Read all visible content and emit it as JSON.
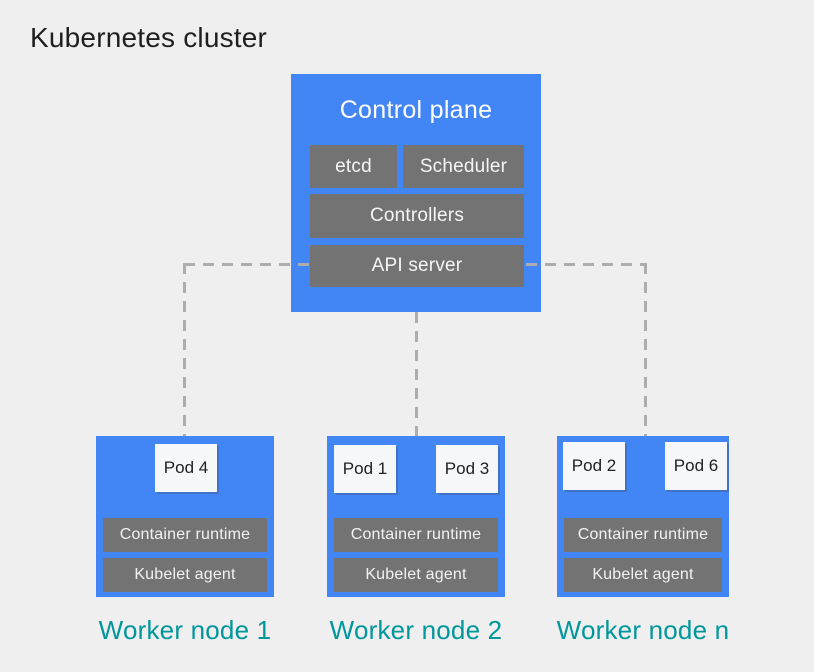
{
  "title": "Kubernetes cluster",
  "colors": {
    "node_blue": "#4285F4",
    "component_gray": "#737373",
    "label_teal": "#00979C",
    "connector_gray": "#ADADAD",
    "background": "#EFEFEF"
  },
  "control_plane": {
    "title": "Control plane",
    "components": [
      "etcd",
      "Scheduler",
      "Controllers",
      "API server"
    ]
  },
  "workers": [
    {
      "label": "Worker node 1",
      "pods": [
        "Pod 4"
      ],
      "components": [
        "Container runtime",
        "Kubelet agent"
      ]
    },
    {
      "label": "Worker node 2",
      "pods": [
        "Pod 1",
        "Pod 3"
      ],
      "components": [
        "Container runtime",
        "Kubelet agent"
      ]
    },
    {
      "label": "Worker node n",
      "pods": [
        "Pod 2",
        "Pod 6"
      ],
      "components": [
        "Container runtime",
        "Kubelet agent"
      ]
    }
  ]
}
